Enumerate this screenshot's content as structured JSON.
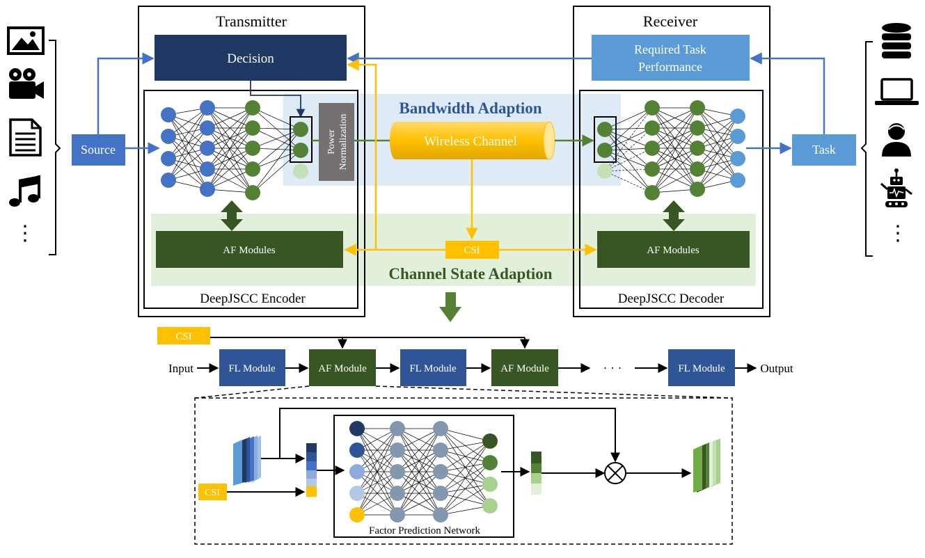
{
  "transmitter": {
    "title": "Transmitter",
    "decision": "Decision",
    "power_norm": [
      "Power",
      "Normalization"
    ],
    "af_modules": "AF Modules",
    "encoder_label": "DeepJSCC Encoder"
  },
  "receiver": {
    "title": "Receiver",
    "required_task": [
      "Required Task",
      "Performance"
    ],
    "af_modules": "AF Modules",
    "decoder_label": "DeepJSCC Decoder"
  },
  "source": "Source",
  "task": "Task",
  "channel": "Wireless Channel",
  "csi": "CSI",
  "bandwidth_adaption": "Bandwidth Adaption",
  "channel_state_adaption": "Channel State Adaption",
  "left_icons": [
    "image-icon",
    "video-camera-icon",
    "document-icon",
    "music-note-icon"
  ],
  "right_icons": [
    "database-icon",
    "laptop-icon",
    "user-icon",
    "robot-icon"
  ],
  "ellipsis_vertical": "⋮",
  "pipeline": {
    "csi": "CSI",
    "input": "Input",
    "output": "Output",
    "ellipsis": "· · ·",
    "fl_module": "FL Module",
    "af_module": "AF Module"
  },
  "detail": {
    "csi": "CSI",
    "network_label": "Factor Prediction Network"
  },
  "colors": {
    "navy": "#1f3864",
    "blue": "#4472c4",
    "light_blue": "#5b9bd5",
    "dark_green": "#375623",
    "green": "#548235",
    "yellow": "#ffc000",
    "grey": "#767171",
    "blue_region": "#deebf7",
    "green_region": "#e2efda"
  }
}
